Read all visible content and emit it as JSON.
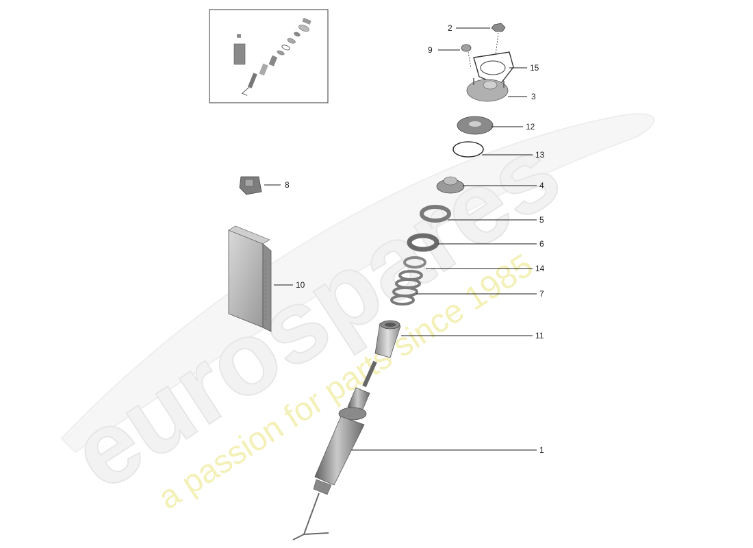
{
  "watermark": {
    "brand": "eurospares",
    "tagline": "a passion for parts since 1985"
  },
  "callouts": [
    {
      "id": "1",
      "label": "1"
    },
    {
      "id": "2",
      "label": "2"
    },
    {
      "id": "3",
      "label": "3"
    },
    {
      "id": "4",
      "label": "4"
    },
    {
      "id": "5",
      "label": "5"
    },
    {
      "id": "6",
      "label": "6"
    },
    {
      "id": "7",
      "label": "7"
    },
    {
      "id": "8",
      "label": "8"
    },
    {
      "id": "9",
      "label": "9"
    },
    {
      "id": "10",
      "label": "10"
    },
    {
      "id": "11",
      "label": "11"
    },
    {
      "id": "12",
      "label": "12"
    },
    {
      "id": "13",
      "label": "13"
    },
    {
      "id": "14",
      "label": "14"
    },
    {
      "id": "15",
      "label": "15"
    }
  ]
}
